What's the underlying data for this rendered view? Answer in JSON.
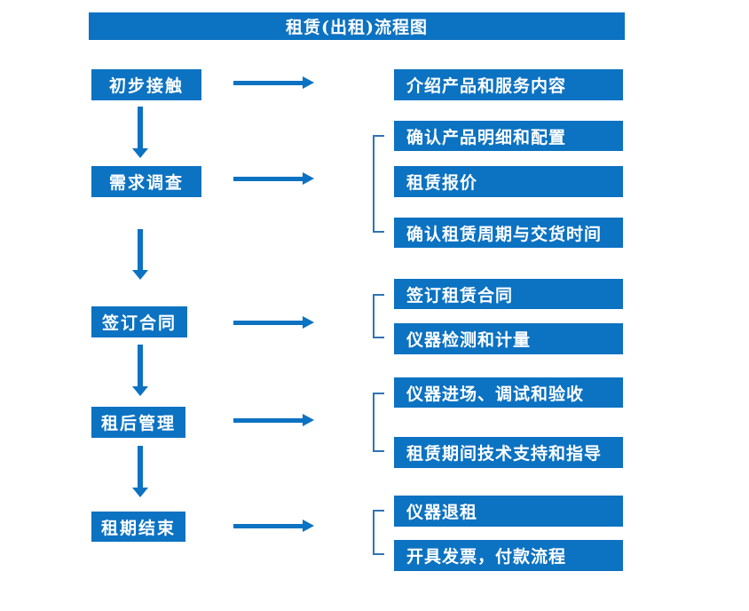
{
  "title": "租赁(出租)流程图",
  "colors": {
    "box_blue": "#0c72c2",
    "bracket_blue": "#2e74b5",
    "text_white": "#ffffff"
  },
  "flow": [
    {
      "step": "初步接触",
      "details": [
        "介绍产品和服务内容"
      ]
    },
    {
      "step": "需求调查",
      "details": [
        "确认产品明细和配置",
        "租赁报价",
        "确认租赁周期与交货时间"
      ]
    },
    {
      "step": "签订合同",
      "details": [
        "签订租赁合同",
        "仪器检测和计量"
      ]
    },
    {
      "step": "租后管理",
      "details": [
        "仪器进场、调试和验收",
        "租赁期间技术支持和指导"
      ]
    },
    {
      "step": "租期结束",
      "details": [
        "仪器退租",
        "开具发票，付款流程"
      ]
    }
  ]
}
